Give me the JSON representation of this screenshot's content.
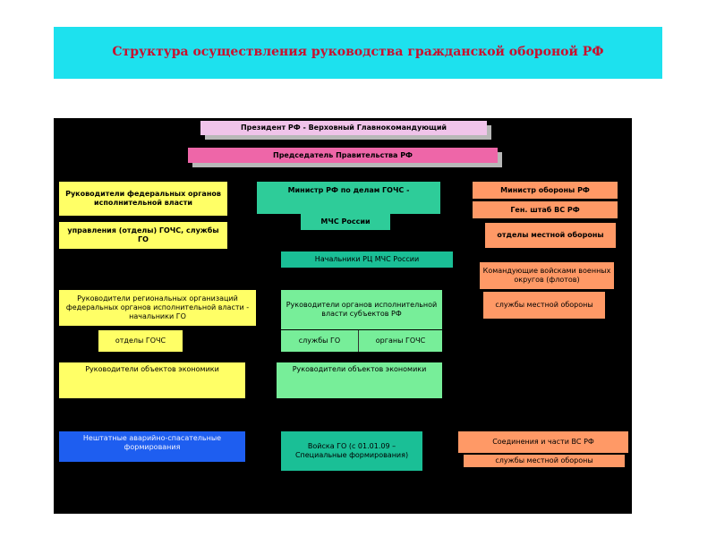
{
  "title": "Структура осуществления руководства гражданской обороной РФ",
  "boxes": {
    "president": "Президент РФ - Верховный Главнокомандующий",
    "chairman": "Председатель Правительства РФ",
    "fed_heads": "Руководители федеральных органов исполнительной власти",
    "fed_departments": "управления (отделы) ГОЧС, службы ГО",
    "minister_emergency": "Министр РФ по делам ГОЧС -",
    "emercom": "МЧС России",
    "rc_heads": "Начальники РЦ  МЧС России",
    "minister_defense": "Министр обороны РФ",
    "general_staff": "Ген. штаб ВС РФ",
    "local_defense_depts": "отделы местной обороны",
    "district_commanders": "Командующие войсками военных округов (флотов)",
    "local_defense_services": "службы местной обороны",
    "regional_heads": "Руководители региональных организаций федеральных органов исполнительной власти - начальники ГО",
    "gochs_depts": "отделы ГОЧС",
    "subject_heads": "Руководители органов исполнительной власти субъектов РФ",
    "go_services": "службы  ГО",
    "gochs_bodies": "органы ГОЧС",
    "economy_heads_left": "Руководители  объектов экономики",
    "economy_heads_mid": "Руководители  объектов экономики",
    "rescue_formations": "Нештатные аварийно-спасательные формирования",
    "go_troops": "Войска ГО (с 01.01.09 – Специальные формирования)",
    "armed_forces_units": "Соединения и части ВС РФ",
    "local_defense_services_bottom": "службы местной обороны"
  }
}
